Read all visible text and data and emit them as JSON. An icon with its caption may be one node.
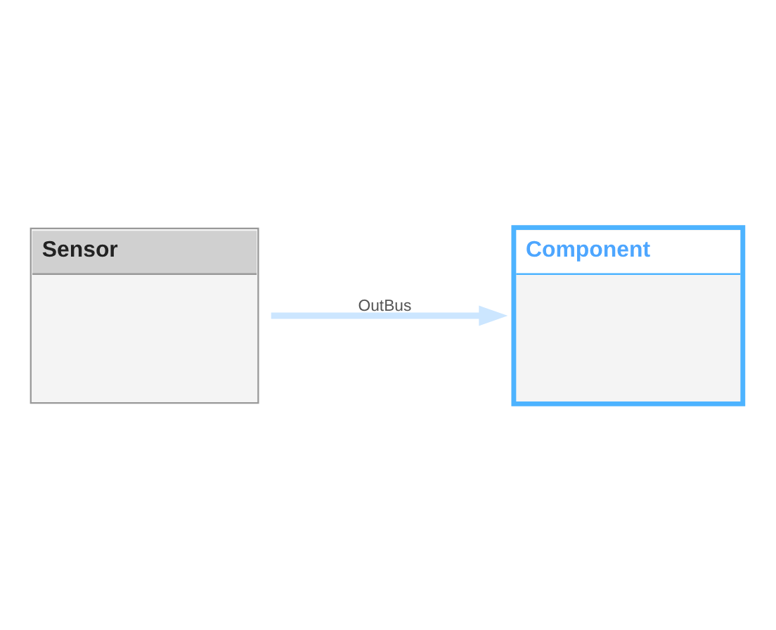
{
  "diagram": {
    "nodes": [
      {
        "text": [
          "Sensor"
        ]
      },
      {
        "text": [
          "Component"
        ]
      }
    ],
    "edges": [
      {
        "from": 0,
        "to": 1,
        "arrow": "to",
        "label": "OutBus"
      }
    ]
  }
}
